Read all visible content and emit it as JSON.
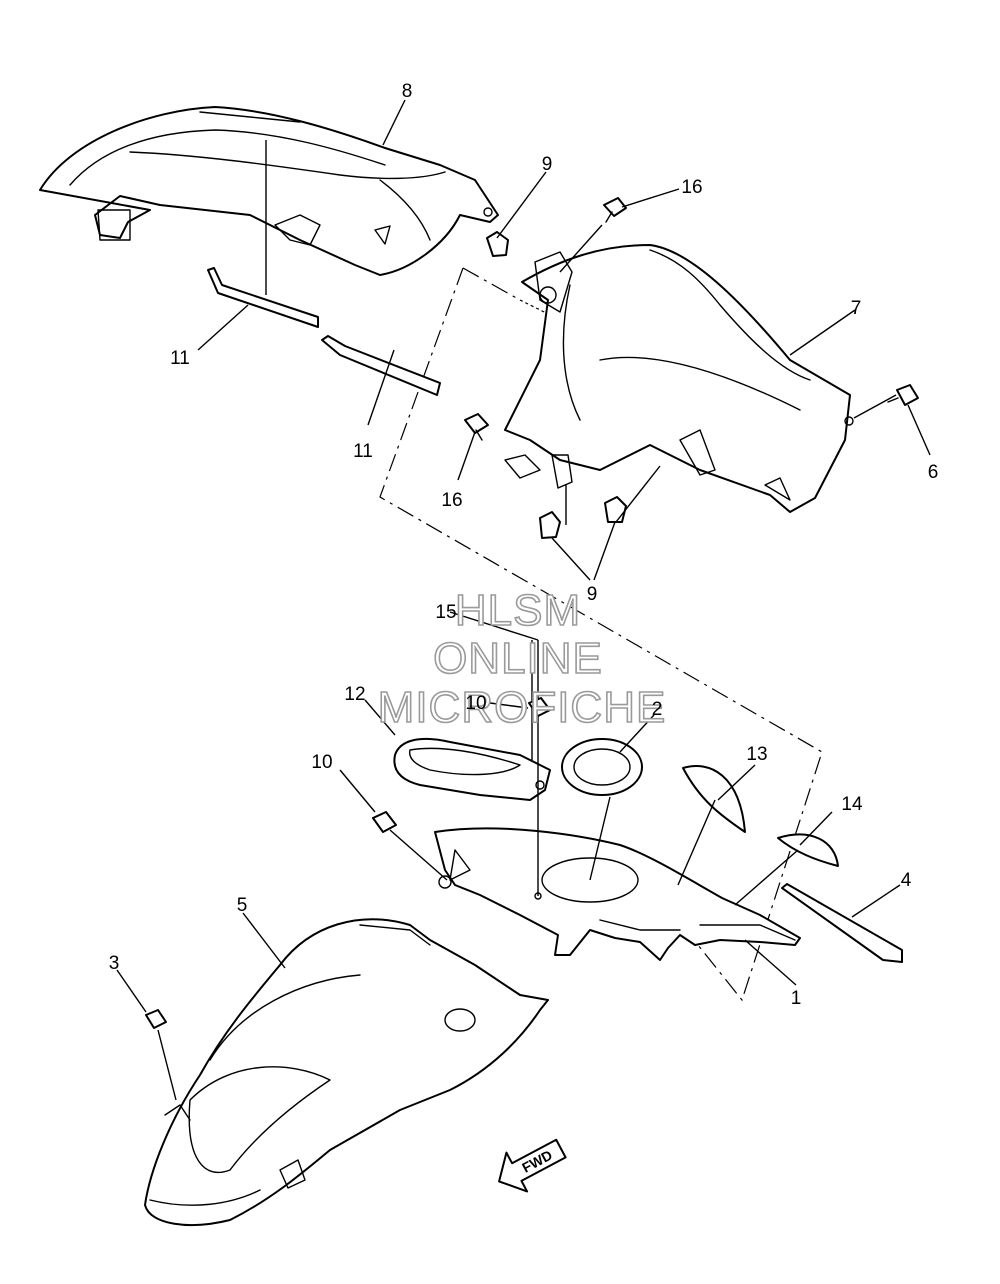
{
  "watermark": {
    "line1": "HLSM",
    "line2": "ONLINE",
    "line3": "MICROFICHE"
  },
  "direction_label": "FWD",
  "callouts": {
    "c1": "1",
    "c2": "2",
    "c3": "3",
    "c4": "4",
    "c5": "5",
    "c6": "6",
    "c7": "7",
    "c8": "8",
    "c9a": "9",
    "c9b": "9",
    "c10a": "10",
    "c10b": "10",
    "c11a": "11",
    "c11b": "11",
    "c12": "12",
    "c13": "13",
    "c14": "14",
    "c15": "15",
    "c16a": "16",
    "c16b": "16"
  }
}
